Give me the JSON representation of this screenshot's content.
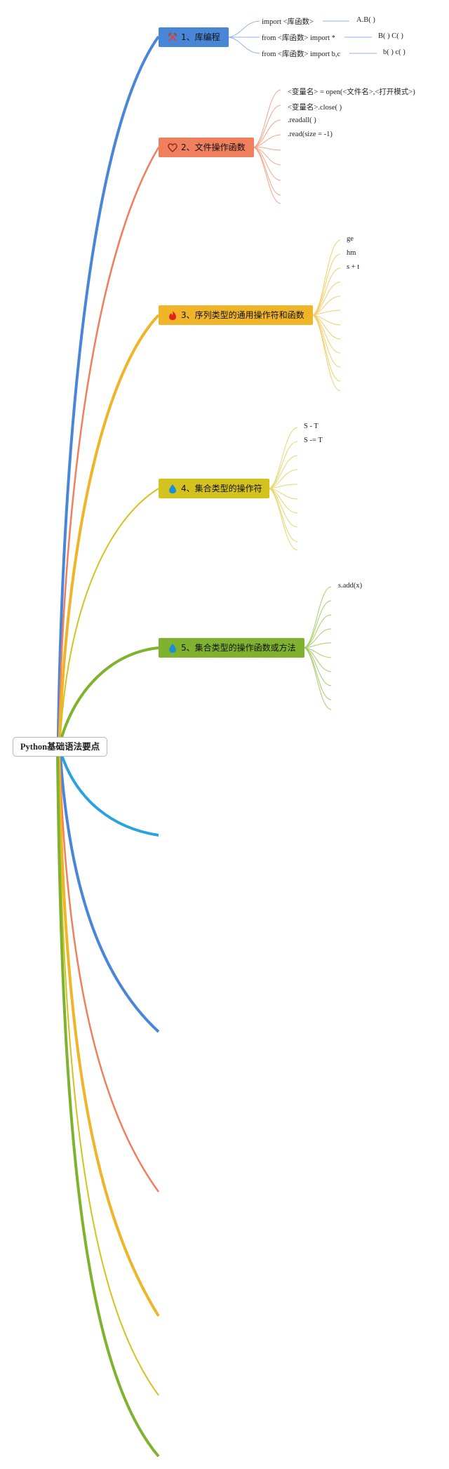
{
  "root": {
    "title": "Python基础语法要点"
  },
  "branches": [
    {
      "label": "1、库编程",
      "icon": "crossed-swords-icon",
      "color": "#4a86d8",
      "leaves": [
        {
          "text": "import <库函数>",
          "child": "A.B( )"
        },
        {
          "text": "from <库函数> import *",
          "child": "B( ) C( )"
        },
        {
          "text": "from <库函数> import b,c",
          "child": "b( ) c( )"
        }
      ]
    },
    {
      "label": "2、文件操作函数",
      "icon": "heart-icon",
      "color": "#ef7f5d",
      "leaves": [
        {
          "text": "<变量名> = open(<文件名>,<打开模式>)"
        },
        {
          "text": "<变量名>.close( )"
        },
        {
          "text": ".readall( )"
        },
        {
          "text": ".read(size = -1)"
        }
      ]
    },
    {
      "label": "3、序列类型的通用操作符和函数",
      "icon": "fire-icon",
      "color": "#f0b429",
      "leaves": [
        {
          "text": "ge"
        },
        {
          "text": "hm"
        },
        {
          "text": "s + t"
        }
      ]
    },
    {
      "label": "4、集合类型的操作符",
      "icon": "water-drop-icon",
      "color": "#d4c21f",
      "leaves": [
        {
          "text": "S - T"
        },
        {
          "text": "S -= T"
        }
      ]
    },
    {
      "label": "5、集合类型的操作函数或方法",
      "icon": "water-drop-icon",
      "color": "#7fb22e",
      "leaves": [
        {
          "text": "s.add(x)"
        }
      ]
    }
  ],
  "collapsed_branch_colors": [
    "#29a3dd",
    "#4a86d8",
    "#ef7f5d",
    "#f0b429",
    "#d4c21f",
    "#7fb22e"
  ]
}
